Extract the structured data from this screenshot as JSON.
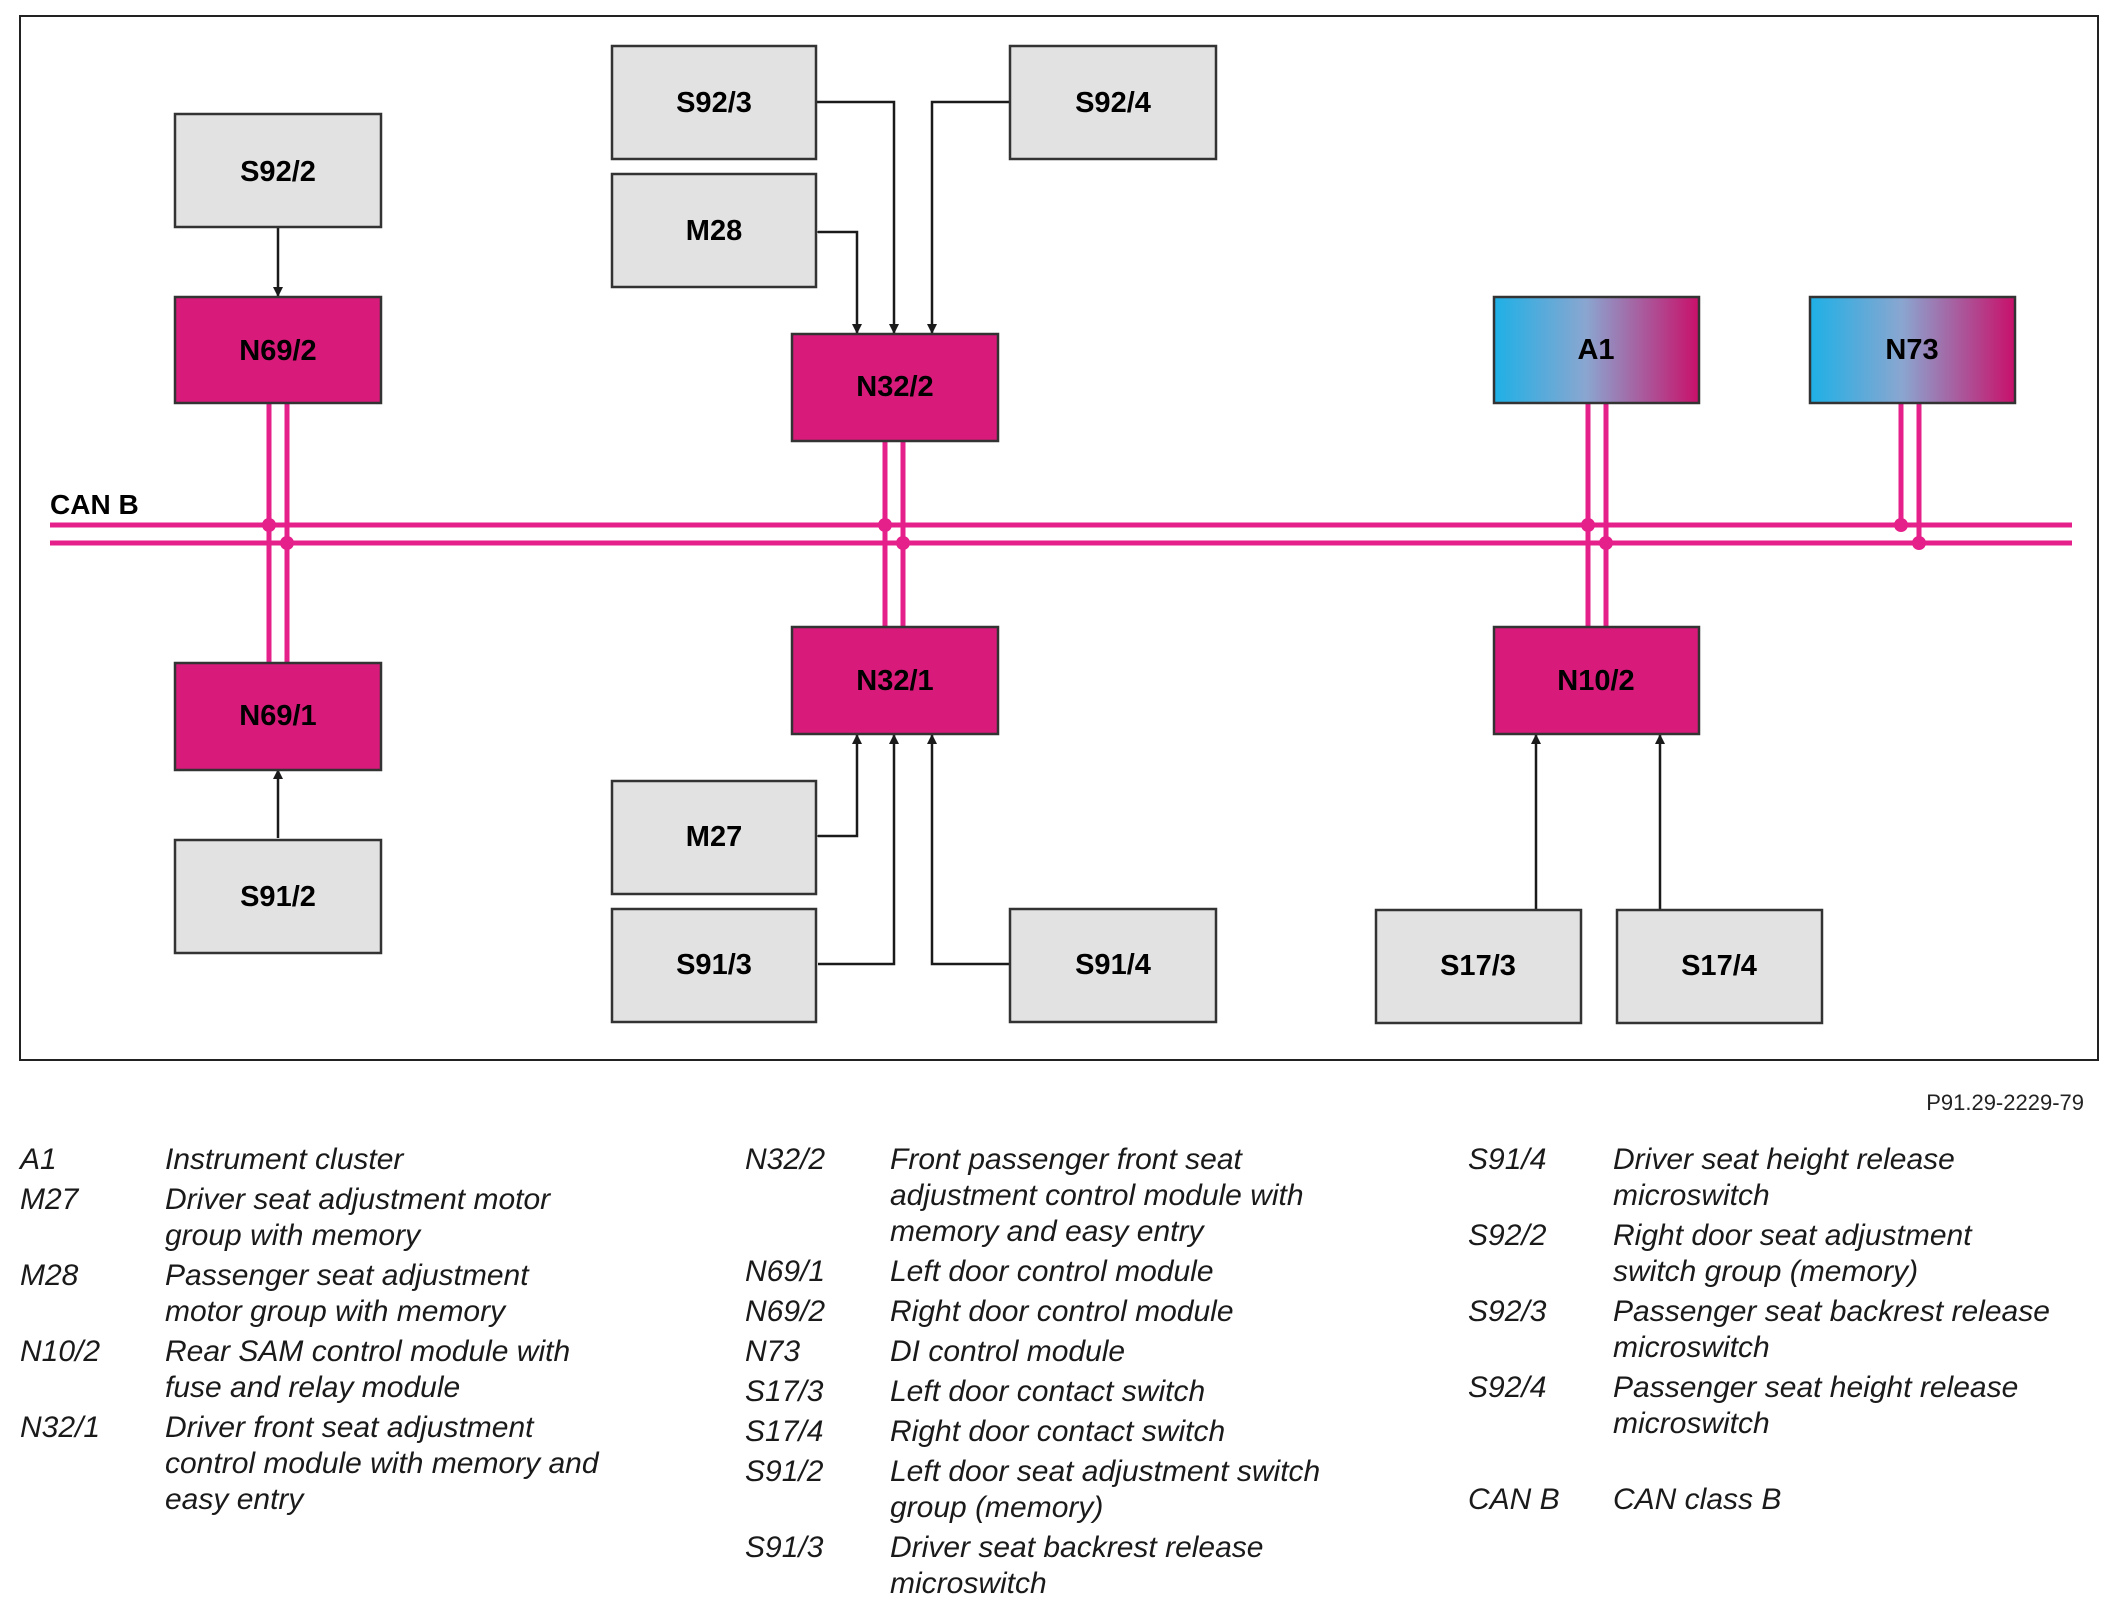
{
  "bus": {
    "label": "CAN B"
  },
  "boxes": {
    "s92_2": "S92/2",
    "n69_2": "N69/2",
    "n69_1": "N69/1",
    "s91_2": "S91/2",
    "s92_3": "S92/3",
    "s92_4": "S92/4",
    "m28": "M28",
    "n32_2": "N32/2",
    "n32_1": "N32/1",
    "m27": "M27",
    "s91_3": "S91/3",
    "s91_4": "S91/4",
    "a1": "A1",
    "n73": "N73",
    "n10_2": "N10/2",
    "s17_3": "S17/3",
    "s17_4": "S17/4"
  },
  "colors": {
    "module": "#d81b7a",
    "switch": "#e2e2e2",
    "bus": "#e5208b",
    "gradient_start": "#1eb0e6",
    "gradient_end": "#c8106a"
  },
  "reference": "P91.29-2229-79",
  "legend": {
    "col1": [
      {
        "code": "A1",
        "desc": "Instrument cluster"
      },
      {
        "code": "M27",
        "desc": "Driver seat adjustment motor\ngroup with memory"
      },
      {
        "code": "M28",
        "desc": "Passenger seat adjustment\nmotor group with memory"
      },
      {
        "code": "N10/2",
        "desc": "Rear SAM control module with\nfuse and relay module"
      },
      {
        "code": "N32/1",
        "desc": "Driver front seat adjustment\ncontrol module with memory and\neasy entry"
      }
    ],
    "col2": [
      {
        "code": "N32/2",
        "desc": "Front passenger front seat\nadjustment control module with\nmemory and easy entry"
      },
      {
        "code": "N69/1",
        "desc": "Left door control module"
      },
      {
        "code": "N69/2",
        "desc": "Right door control module"
      },
      {
        "code": "N73",
        "desc": "DI control module"
      },
      {
        "code": "S17/3",
        "desc": "Left door contact switch"
      },
      {
        "code": "S17/4",
        "desc": "Right door contact switch"
      },
      {
        "code": "S91/2",
        "desc": "Left door seat adjustment switch\ngroup (memory)"
      },
      {
        "code": "S91/3",
        "desc": "Driver seat backrest release\nmicroswitch"
      }
    ],
    "col3": [
      {
        "code": "S91/4",
        "desc": "Driver seat height release\nmicroswitch"
      },
      {
        "code": "S92/2",
        "desc": "Right door seat adjustment\nswitch group (memory)"
      },
      {
        "code": "S92/3",
        "desc": "Passenger seat backrest release\nmicroswitch"
      },
      {
        "code": "S92/4",
        "desc": "Passenger seat height release\nmicroswitch"
      }
    ],
    "col3_extra": {
      "code": "CAN B",
      "desc": "CAN class B"
    }
  }
}
